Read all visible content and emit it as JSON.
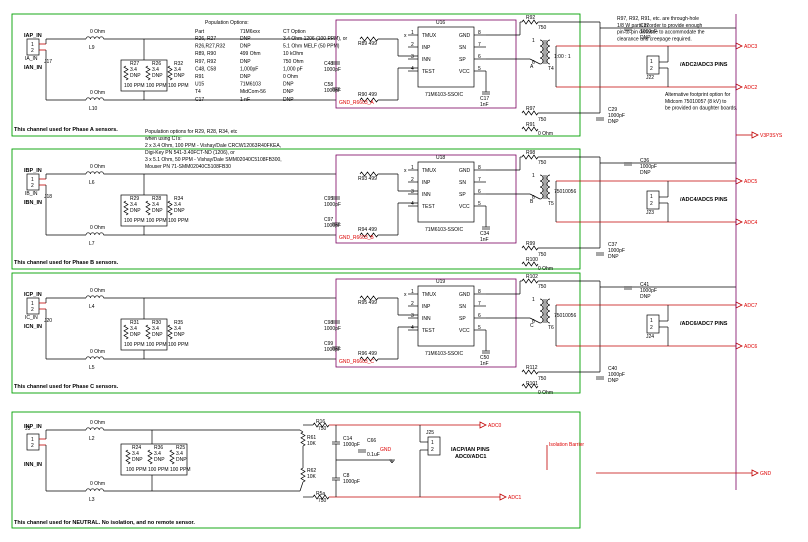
{
  "population_options": {
    "title": "Population Options:",
    "col_part": "Part",
    "col_71m": "71M6xxx",
    "col_ct": "CT Option",
    "rows": [
      [
        "R26, R27",
        "DNP",
        "3.4 Ohm 1206 (100 PPM), or"
      ],
      [
        "R26,R27,R32",
        "DNP",
        "5.1 Ohm MELF (50 PPM)"
      ],
      [
        "R89, R90",
        "499 Ohm",
        "10 kOhm"
      ],
      [
        "R97, R92",
        "DNP",
        "750 Ohm"
      ],
      [
        "C48, C58",
        "1,000pF",
        "1,000 pF"
      ],
      [
        "R91",
        "DNP",
        "0 Ohm"
      ],
      [
        "U15",
        "71M6103",
        "DNP"
      ],
      [
        "T4",
        "MidCom-56",
        "DNP"
      ],
      [
        "C17",
        "1 nF",
        "DNP"
      ]
    ]
  },
  "notes": {
    "through_hole": [
      "R97, R92, R91, etc. are through-hole",
      "1/8 W parts in order to provide enough",
      "pin-to-pin distance to accommodate the",
      "clearance and creepage required."
    ],
    "footprint": [
      "Alternative footprint option for",
      "Midcom 75010057 (8 kV) to",
      "be provided on daughter boards."
    ],
    "ct_options": [
      "Population options for R29, R28, R34, etc",
      "when using CTs:",
      "2 x 3.4 Ohm, 100 PPM - Vishay/Dale CRCW12063R40FKEA,",
      "Digi-Key PN 541-3.40FCT-ND (1206), or",
      "3 x 5.1 Ohm, 50 PPM - Vishay/Dale SMM02040C5108FB300,",
      "Mouser PN 71-SMM02040C5108FB30"
    ]
  },
  "channels": [
    {
      "p_in": "IAP_IN",
      "n_in": "IAN_IN",
      "conn": "IA_IN",
      "jref": "J17",
      "desc": "This channel used for Phase A sensors.",
      "lA": "L9",
      "lB": "L10",
      "ohm": "0 Ohm",
      "rx": [
        "R27",
        "R26",
        "R32"
      ],
      "rval": "3.4",
      "dnp": "DNP",
      "ppm": "100 PPM",
      "chip": "U16",
      "chip_pn": "71M6103-SSOIC",
      "gnd": "GND_R6603_A",
      "rA": "R89 499",
      "rB": "R90 499",
      "cA": "C48",
      "cB": "C58",
      "cval": "1000pF",
      "ct": "C17",
      "ctv": "1nF",
      "rt": "R92",
      "rtv": "750",
      "rb": "R97",
      "rbv": "750",
      "rg": "R91",
      "rgv": "0 Ohm",
      "trans": "T4",
      "ratio": "1:00 : 1",
      "cr": "C32",
      "cr2": "C29",
      "crv": "1000pF",
      "jr": "J22",
      "pins": "/ADC2/ADC3 PINS",
      "adc_t": "ADC3",
      "adc_b": "ADC2",
      "phase": "A"
    },
    {
      "p_in": "IBP_IN",
      "n_in": "IBN_IN",
      "conn": "IB_IN",
      "jref": "J18",
      "desc": "This channel used for Phase B sensors.",
      "lA": "L6",
      "lB": "L7",
      "ohm": "0 Ohm",
      "rx": [
        "R29",
        "R28",
        "R34"
      ],
      "rval": "3.4",
      "dnp": "DNP",
      "ppm": "100 PPM",
      "chip": "U18",
      "chip_pn": "71M6103-SSOIC",
      "gnd": "GND_R6603_B",
      "rA": "R93 499",
      "rB": "R94 499",
      "cA": "C95",
      "cB": "C97",
      "cval": "1000pF",
      "ct": "C34",
      "ctv": "1nF",
      "rt": "R98",
      "rtv": "750",
      "rb": "R99",
      "rbv": "750",
      "rg": "R100",
      "rgv": "0 Ohm",
      "trans": "T5",
      "ratio": "75010056",
      "cr": "C36",
      "cr2": "C37",
      "crv": "1000pF",
      "jr": "J23",
      "pins": "/ADC4/ADC5 PINS",
      "adc_t": "ADC5",
      "adc_b": "ADC4",
      "phase": "B"
    },
    {
      "p_in": "ICP_IN",
      "n_in": "ICN_IN",
      "conn": "IC_IN",
      "jref": "J20",
      "desc": "This channel used for Phase C sensors.",
      "lA": "L4",
      "lB": "L5",
      "ohm": "0 Ohm",
      "rx": [
        "R31",
        "R30",
        "R35"
      ],
      "rval": "3.4",
      "dnp": "DNP",
      "ppm": "100 PPM",
      "chip": "U19",
      "chip_pn": "71M6103-SSOIC",
      "gnd": "GND_R6603_C",
      "rA": "R95 499",
      "rB": "R96 499",
      "cA": "C98",
      "cB": "C99",
      "cval": "1000pF",
      "ct": "C50",
      "ctv": "1nF",
      "rt": "R102",
      "rtv": "750",
      "rb": "R112",
      "rbv": "750",
      "rg": "R101",
      "rgv": "0 Ohm",
      "trans": "T6",
      "ratio": "75010056",
      "cr": "C41",
      "cr2": "C40",
      "crv": "1000pF",
      "jr": "J24",
      "pins": "/ADC6/ADC7 PINS",
      "adc_t": "ADC7",
      "adc_b": "ADC6",
      "phase": "C"
    }
  ],
  "chip_pins": [
    "TMUX",
    "GND",
    "INP",
    "SN",
    "INN",
    "SP",
    "TEST",
    "VCC"
  ],
  "neutral": {
    "p_in": "INP_IN",
    "n_in": "INN_IN",
    "jref": "J3",
    "lA": "L2",
    "lB": "L3",
    "ohm": "0 Ohm",
    "rx": [
      "R24",
      "R36",
      "R25"
    ],
    "r_top": "R16",
    "r_topv": "750",
    "r_bot": "R5a",
    "r_botv": "750",
    "rd1": "R61",
    "rd1v": "10K",
    "rd2": "R62",
    "rd2v": "10K",
    "c1": "C14",
    "c1v": "1000pF",
    "c2": "C66",
    "c2v": "0.1uF",
    "c3": "C8",
    "c3v": "1000pF",
    "gnd": "GND",
    "conn": "J25",
    "pins1": "IACP/IAN PINS",
    "pins2": "ADC0/ADC1",
    "adc_t": "ADC0",
    "adc_b": "ADC1",
    "desc": "This channel used for NEUTRAL. No isolation, and no remote sensor."
  },
  "isolation": "Isolation Barrier",
  "v3p3": "V3P3SYS",
  "gnd_out": "GND"
}
